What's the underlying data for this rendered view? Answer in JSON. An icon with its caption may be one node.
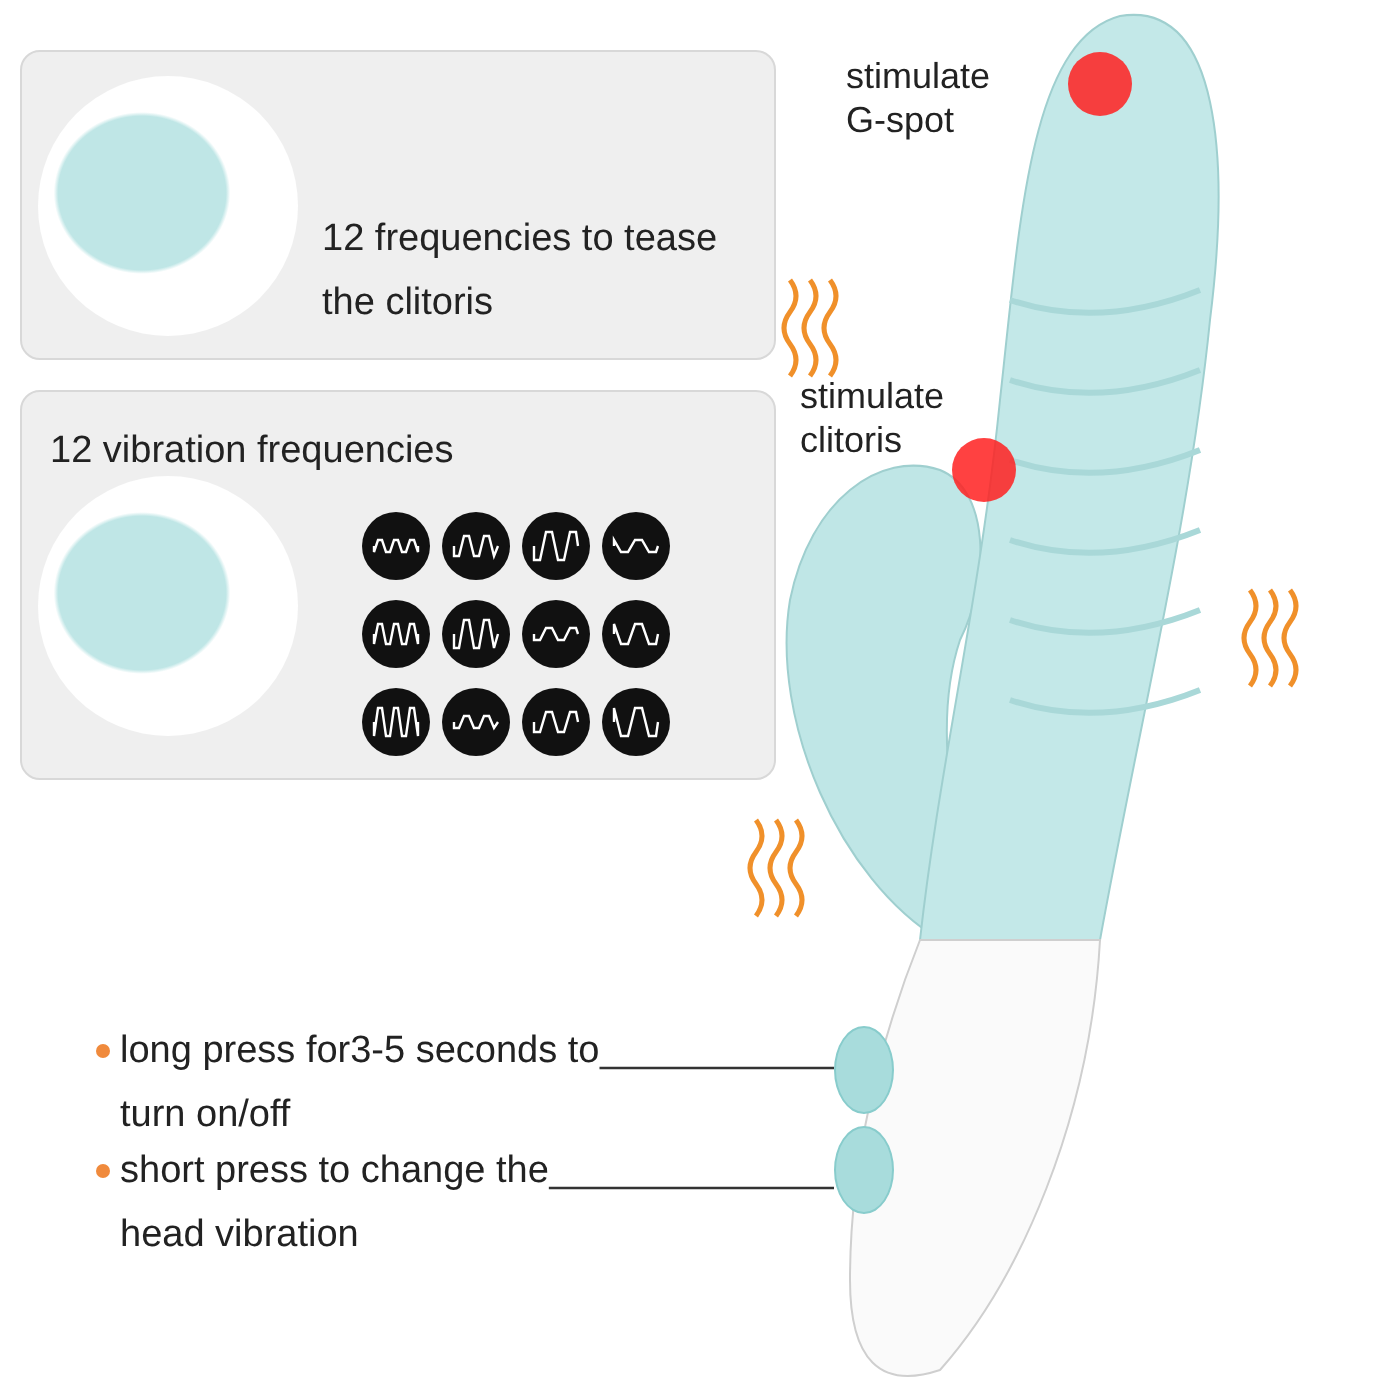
{
  "diagram": {
    "nodes": [
      {
        "text": [
          "12 frequencies to tease the clitoris"
        ]
      },
      {
        "text": [
          "12 vibration frequencies"
        ]
      },
      {
        "text": [
          "long press for3-5 seconds to turn on/off"
        ]
      },
      {
        "text": [
          "short press to change the head vibration"
        ]
      },
      {
        "text": [],
        "shape": "circle"
      },
      {
        "text": [],
        "shape": "circle"
      }
    ],
    "edges": [
      {
        "from": 2,
        "to": 4,
        "arrow": "none"
      },
      {
        "from": 3,
        "to": 5,
        "arrow": "none"
      }
    ],
    "labels": [
      "stimulate G-spot",
      "stimulate clitoris"
    ]
  }
}
